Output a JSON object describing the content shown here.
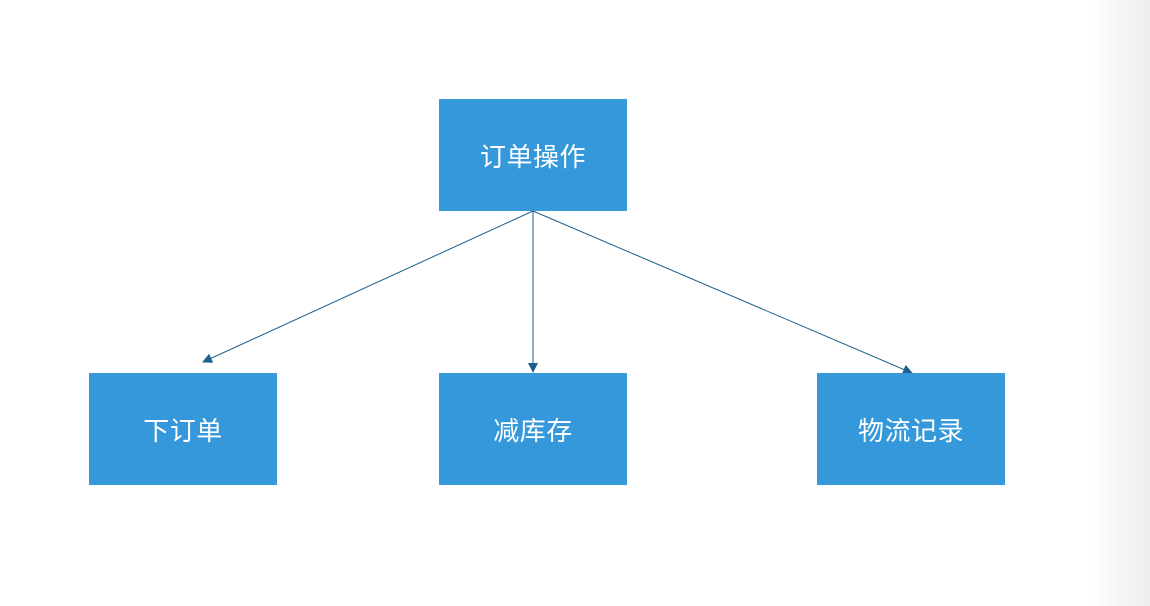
{
  "colors": {
    "node_fill": "#3498db",
    "node_text": "#ffffff",
    "connector": "#1f5f8b",
    "background": "#ffffff"
  },
  "diagram": {
    "root": {
      "label": "订单操作"
    },
    "children": [
      {
        "label": "下订单"
      },
      {
        "label": "减库存"
      },
      {
        "label": "物流记录"
      }
    ]
  }
}
